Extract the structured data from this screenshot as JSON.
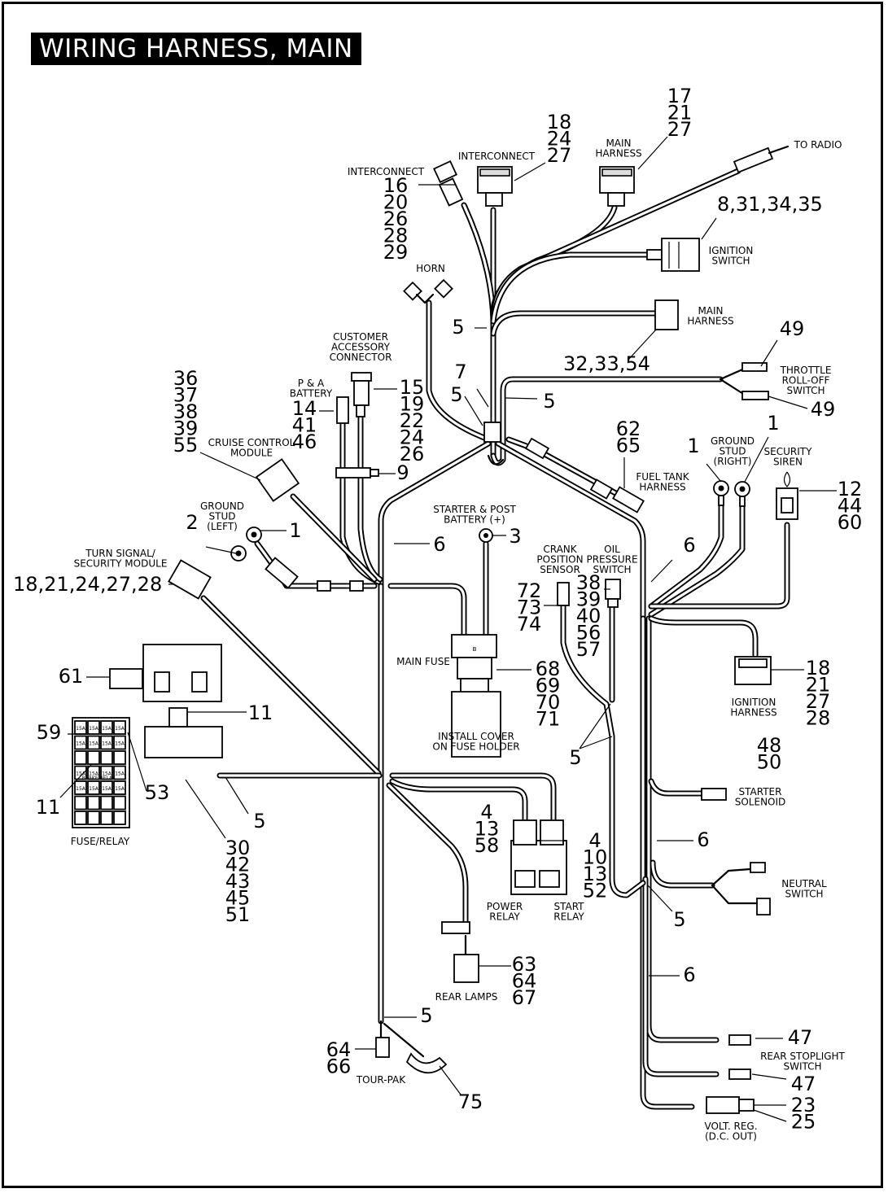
{
  "title": "WIRING HARNESS, MAIN",
  "labels": {
    "to_radio": "TO RADIO",
    "main_harness_top": [
      "MAIN",
      "HARNESS"
    ],
    "interconnect_1": "INTERCONNECT",
    "interconnect_2": "INTERCONNECT",
    "ignition_switch": [
      "IGNITION",
      "SWITCH"
    ],
    "horn": "HORN",
    "main_harness_mid": [
      "MAIN",
      "HARNESS"
    ],
    "customer_accessory": [
      "CUSTOMER",
      "ACCESSORY",
      "CONNECTOR"
    ],
    "pa_battery": [
      "P & A",
      "BATTERY"
    ],
    "throttle": [
      "THROTTLE",
      "ROLL-OFF",
      "SWITCH"
    ],
    "cruise_control": [
      "CRUISE CONTROL",
      "MODULE"
    ],
    "ground_stud_right": [
      "GROUND",
      "STUD",
      "(RIGHT)"
    ],
    "security_siren": [
      "SECURITY",
      "SIREN"
    ],
    "fuel_tank_harness": [
      "FUEL TANK",
      "HARNESS"
    ],
    "ground_stud_left": [
      "GROUND",
      "STUD",
      "(LEFT)"
    ],
    "starter_post": [
      "STARTER & POST",
      "BATTERY (+)"
    ],
    "turn_signal": [
      "TURN SIGNAL/",
      "SECURITY MODULE"
    ],
    "crank_sensor": [
      "CRANK",
      "POSITION",
      "SENSOR"
    ],
    "oil_pressure": [
      "OIL",
      "PRESSURE",
      "SWITCH"
    ],
    "main_fuse": "MAIN FUSE",
    "ignition_harness": [
      "IGNITION",
      "HARNESS"
    ],
    "install_cover": [
      "INSTALL COVER",
      "ON FUSE HOLDER"
    ],
    "starter_solenoid": [
      "STARTER",
      "SOLENOID"
    ],
    "fuse_relay": "FUSE/RELAY",
    "neutral_switch": [
      "NEUTRAL",
      "SWITCH"
    ],
    "power_relay": [
      "POWER",
      "RELAY"
    ],
    "start_relay": [
      "START",
      "RELAY"
    ],
    "rear_lamps": "REAR LAMPS",
    "rear_stoplight": [
      "REAR STOPLIGHT",
      "SWITCH"
    ],
    "tour_pak": "TOUR-PAK",
    "volt_reg": [
      "VOLT. REG.",
      "(D.C. OUT)"
    ]
  },
  "callouts": {
    "c_17_21_27": [
      "17",
      "21",
      "27"
    ],
    "c_18_24_27": [
      "18",
      "24",
      "27"
    ],
    "c_16_20_26_28_29": [
      "16",
      "20",
      "26",
      "28",
      "29"
    ],
    "c_8_31_34_35": "8,31,34,35",
    "c_5_a": "5",
    "c_32_33_54": "32,33,54",
    "c_49_top": "49",
    "c_49_bot": "49",
    "c_7": "7",
    "c_5_b": "5",
    "c_5_c": "5",
    "c_15_19_22_24_26": [
      "15",
      "19",
      "22",
      "24",
      "26"
    ],
    "c_14_41_46": [
      "14",
      "41",
      "46"
    ],
    "c_36_37_38_39_55": [
      "36",
      "37",
      "38",
      "39",
      "55"
    ],
    "c_62_65": [
      "62",
      "65"
    ],
    "c_1_gr_a": "1",
    "c_1_gr_b": "1",
    "c_12_44_60": [
      "12",
      "44",
      "60"
    ],
    "c_9": "9",
    "c_2": "2",
    "c_1_left": "1",
    "c_3": "3",
    "c_6_a": "6",
    "c_6_b": "6",
    "c_18_21_24_27_28": "18,21,24,27,28",
    "c_72_73_74": [
      "72",
      "73",
      "74"
    ],
    "c_38_39_40_56_57": [
      "38",
      "39",
      "40",
      "56",
      "57"
    ],
    "c_61": "61",
    "c_68_69_70_71": [
      "68",
      "69",
      "70",
      "71"
    ],
    "c_18_21_27_28": [
      "18",
      "21",
      "27",
      "28"
    ],
    "c_11_a": "11",
    "c_59": "59",
    "c_53": "53",
    "c_11_b": "11",
    "c_5_d": "5",
    "c_5_e": "5",
    "c_48_50": [
      "48",
      "50"
    ],
    "c_30_42_43_45_51": [
      "30",
      "42",
      "43",
      "45",
      "51"
    ],
    "c_4_13_58": [
      "4",
      "13",
      "58"
    ],
    "c_4_10_13_52": [
      "4",
      "10",
      "13",
      "52"
    ],
    "c_6_c": "6",
    "c_5_f": "5",
    "c_6_d": "6",
    "c_63_64_67": [
      "63",
      "64",
      "67"
    ],
    "c_5_g": "5",
    "c_47_a": "47",
    "c_47_b": "47",
    "c_64_66": [
      "64",
      "66"
    ],
    "c_75": "75",
    "c_23_25": [
      "23",
      "25"
    ]
  },
  "fuse_block_text": {
    "fuse_label": "15A",
    "relay_label": "BRAKE RELAY"
  },
  "main_fuse_mark": "B"
}
